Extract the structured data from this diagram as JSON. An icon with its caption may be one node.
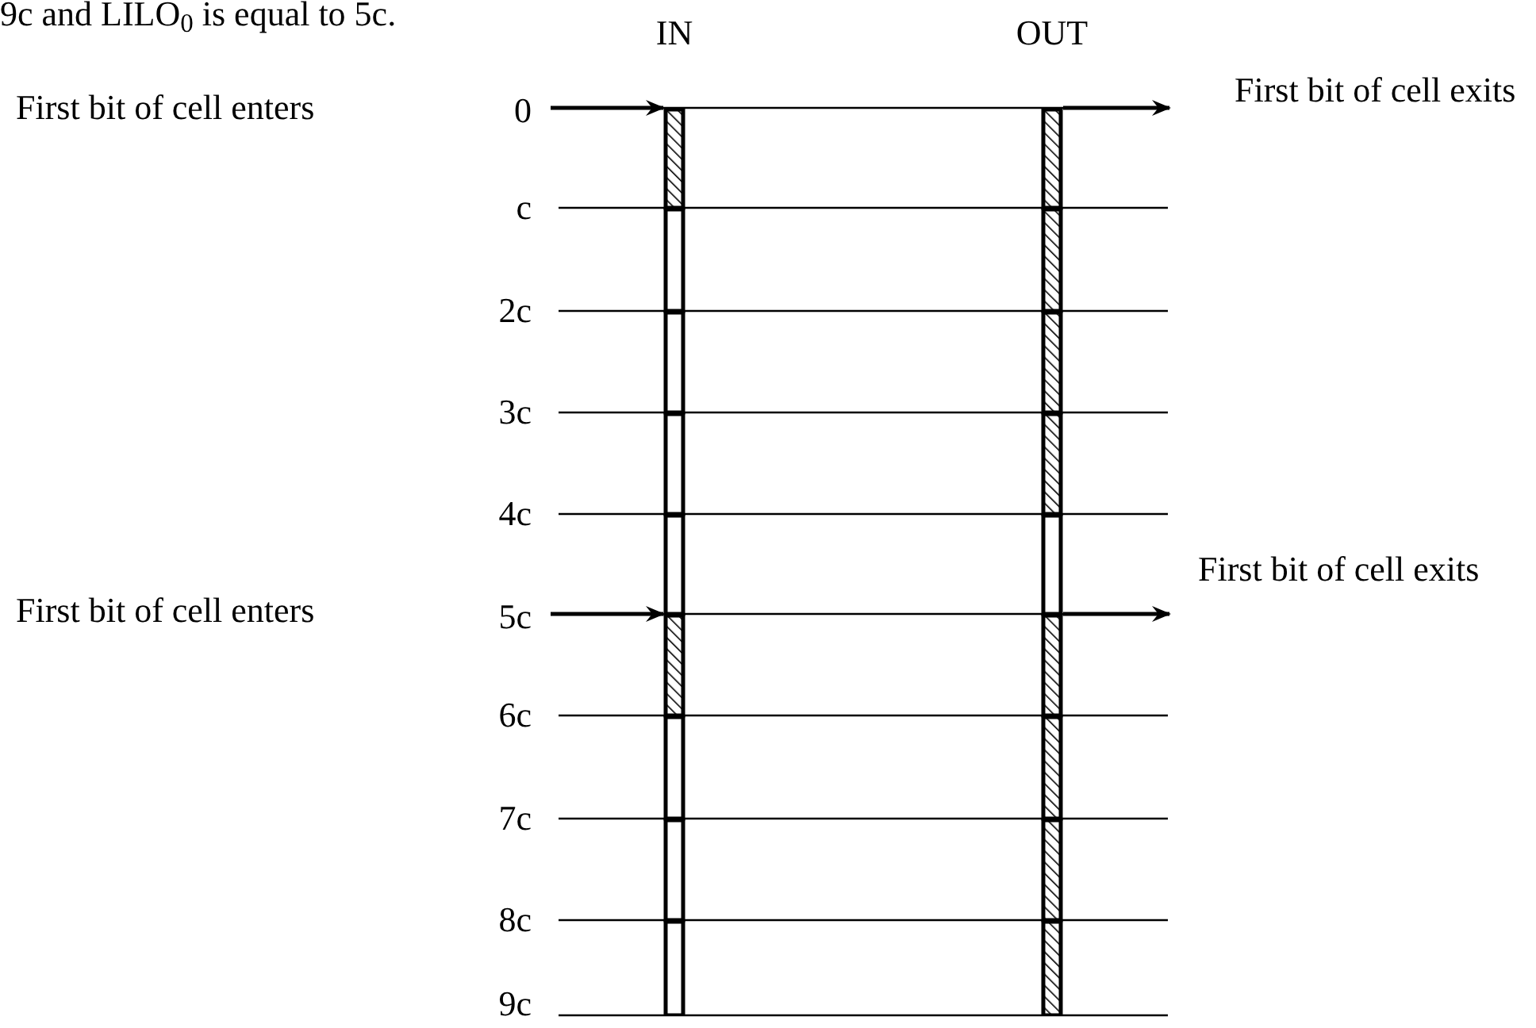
{
  "diagram": {
    "nodes": [
      {
        "text": [
          "IN"
        ]
      },
      {
        "text": [
          "OUT"
        ]
      }
    ],
    "edges": [
      {
        "from": null,
        "to": 0,
        "arrow": "to"
      },
      {
        "from": 1,
        "to": null,
        "arrow": "to"
      },
      {
        "from": null,
        "to": 0,
        "arrow": "to"
      },
      {
        "from": 1,
        "to": null,
        "arrow": "to"
      }
    ],
    "labels": [
      "9c and LILO$_{0}$ is equal to 5c.",
      "First bit of cell enters",
      "0",
      "First bit of cell exits",
      "c",
      "2c",
      "3c",
      "4c",
      "First bit of cell enters",
      "5c",
      "First bit of cell exits",
      "6c",
      "7c",
      "8c",
      "9c"
    ]
  }
}
